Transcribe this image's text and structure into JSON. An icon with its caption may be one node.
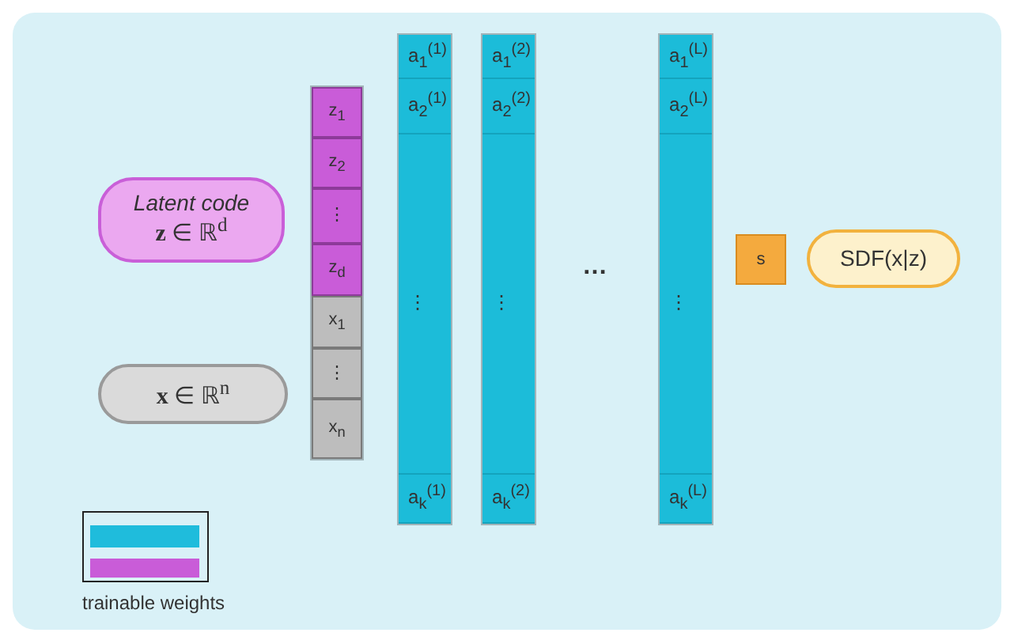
{
  "diagram": {
    "nodes": [
      {
        "text": [
          "Latent code",
          "**z** ∈ ℝ$^{d}$"
        ]
      },
      {
        "text": [
          "**x** ∈ ℝ$^{n}$"
        ]
      },
      {
        "text": [],
        "shape": "bar"
      },
      {
        "text": [
          "z$_{1}$"
        ],
        "in": 2
      },
      {
        "text": [
          "z$_{2}$"
        ],
        "in": 2
      },
      {
        "text": [
          "⋮"
        ],
        "in": 2
      },
      {
        "text": [
          "z$_{d}$"
        ],
        "in": 2
      },
      {
        "text": [
          "x$_{1}$"
        ],
        "in": 2
      },
      {
        "text": [
          "⋮"
        ],
        "in": 2
      },
      {
        "text": [
          "x$_{n}$"
        ],
        "in": 2
      },
      {
        "text": [],
        "shape": "bar"
      },
      {
        "text": [
          "a$_{1}$$^{(1)}$"
        ],
        "in": 10
      },
      {
        "text": [
          "a$_{2}$$^{(1)}$"
        ],
        "in": 10
      },
      {
        "text": [
          "⋮"
        ],
        "in": 10
      },
      {
        "text": [
          "a$_{k}$$^{(1)}$"
        ],
        "in": 10
      },
      {
        "text": [],
        "shape": "bar"
      },
      {
        "text": [
          "a$_{1}$$^{(2)}$"
        ],
        "in": 15
      },
      {
        "text": [
          "a$_{2}$$^{(2)}$"
        ],
        "in": 15
      },
      {
        "text": [
          "⋮"
        ],
        "in": 15
      },
      {
        "text": [
          "a$_{k}$$^{(2)}$"
        ],
        "in": 15
      },
      {
        "text": [],
        "shape": "bar"
      },
      {
        "text": [
          "a$_{1}$$^{(L)}$"
        ],
        "in": 20
      },
      {
        "text": [
          "a$_{2}$$^{(L)}$"
        ],
        "in": 20
      },
      {
        "text": [
          "⋮"
        ],
        "in": 20
      },
      {
        "text": [
          "a$_{k}$$^{(L)}$"
        ],
        "in": 20
      },
      {
        "text": [
          "s"
        ]
      },
      {
        "text": [
          "SDF(x|z)"
        ]
      }
    ],
    "labels": [
      "…"
    ],
    "legend": [
      {
        "text": "trainable weights",
        "color": "#1fbcdc"
      }
    ]
  }
}
